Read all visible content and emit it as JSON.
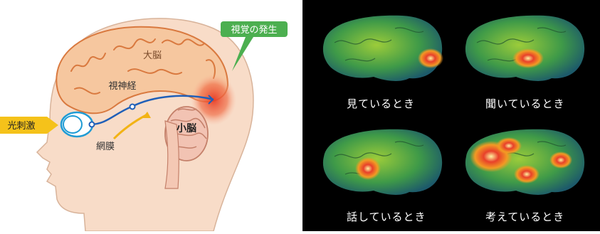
{
  "diagram": {
    "label_visual_generation": "視覚の発生",
    "label_cerebrum": "大脳",
    "label_optic_nerve": "視神経",
    "label_light_stimulus": "光刺激",
    "label_retina": "網膜",
    "label_cerebellum": "小脳"
  },
  "scans": [
    {
      "caption": "見ているとき"
    },
    {
      "caption": "聞いているとき"
    },
    {
      "caption": "話しているとき"
    },
    {
      "caption": "考えているとき"
    }
  ],
  "colors": {
    "skin": "#f5d2b8",
    "cerebrum": "#f6c79f",
    "cerebrum_outline": "#d9793f",
    "callout_green": "#4caf50",
    "nerve_blue": "#1f5fb8",
    "light_yellow": "#f2b315",
    "hotspot_red": "#e8402a"
  }
}
